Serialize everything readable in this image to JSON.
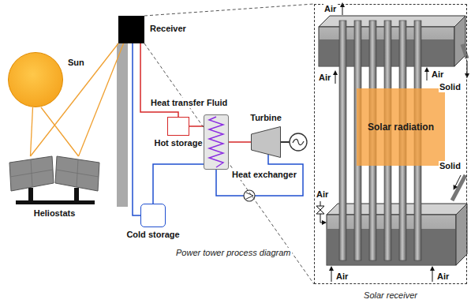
{
  "diagram": {
    "caption": "Power tower process diagram",
    "nodes": [
      {
        "text": [
          "Sun"
        ]
      },
      {
        "text": [
          "Heliostats"
        ]
      },
      {
        "text": [
          "Receiver"
        ]
      },
      {
        "text": [
          "Hot storage"
        ]
      },
      {
        "text": [
          "Heat exchanger"
        ]
      },
      {
        "text": [
          "Turbine"
        ]
      },
      {
        "text": [
          "Cold storage"
        ]
      },
      {
        "text": [
          "Solar receiver"
        ]
      },
      {
        "text": [
          "Solar radiation"
        ],
        "in": 7
      }
    ],
    "edges": [
      {
        "from": 0,
        "to": 1,
        "arrow": "none"
      },
      {
        "from": 1,
        "to": 2,
        "arrow": "none"
      },
      {
        "from": 2,
        "to": 3,
        "arrow": "none"
      },
      {
        "from": 3,
        "to": 4,
        "arrow": "none"
      },
      {
        "from": 4,
        "to": 6,
        "arrow": "none"
      },
      {
        "from": 6,
        "to": 2,
        "arrow": "none"
      },
      {
        "from": 4,
        "to": 5,
        "arrow": "none"
      },
      {
        "from": 2,
        "to": 7,
        "arrow": "none"
      }
    ],
    "labels": [
      "Heat transfer Fluid",
      "Air",
      "Air",
      "Air",
      "Air",
      "Air",
      "Air",
      "Solid",
      "Solid"
    ]
  }
}
